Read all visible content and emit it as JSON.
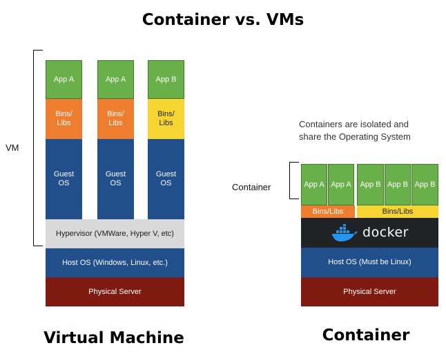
{
  "title": "Container vs. VMs",
  "vm": {
    "bracket_label": "VM",
    "columns": [
      {
        "app": "App A",
        "bins": "Bins/\nLibs",
        "guest": "Guest\nOS"
      },
      {
        "app": "App A",
        "bins": "Bins/\nLibs",
        "guest": "Guest\nOS"
      },
      {
        "app": "App B",
        "bins": "Bins/\nLibs",
        "guest": "Guest\nOS"
      }
    ],
    "hypervisor": "Hypervisor (VMWare, Hyper V, etc)",
    "host_os": "Host OS (Windows, Linux, etc.)",
    "physical": "Physical Server",
    "caption": "Virtual Machine"
  },
  "container": {
    "note": "Containers are isolated and\nshare the Operating System",
    "bracket_label": "Container",
    "apps": [
      "App A",
      "App A",
      "App B",
      "App B",
      "App B"
    ],
    "bins_left": "Bins/Libs",
    "bins_right": "Bins/Libs",
    "engine": "docker",
    "host_os": "Host OS (Must be Linux)",
    "physical": "Physical Server",
    "caption": "Container"
  },
  "colors": {
    "app": "#6ab04a",
    "bins_orange": "#ee7d2f",
    "bins_yellow": "#f6d431",
    "guest_os": "#214f8c",
    "hypervisor": "#d9d9d9",
    "host_os": "#214f8c",
    "physical": "#7f1a10",
    "docker": "#1f2326",
    "docker_whale": "#2496ed"
  }
}
